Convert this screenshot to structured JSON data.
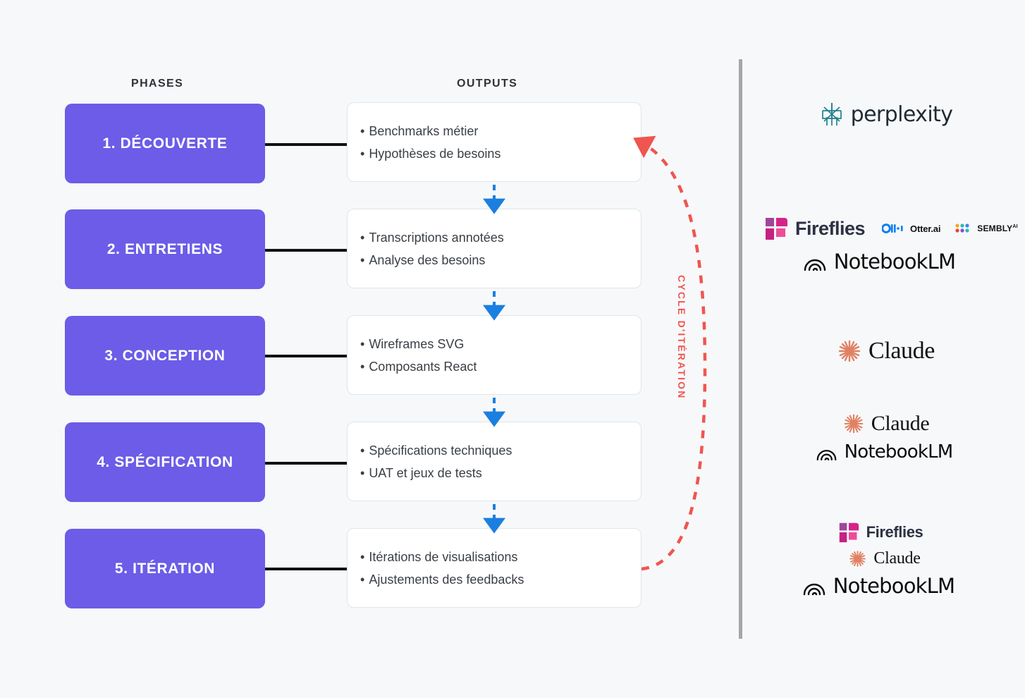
{
  "headers": {
    "phases": "PHASES",
    "outputs": "OUTPUTS"
  },
  "colors": {
    "background": "#F7F8FA",
    "phase_purple": "#6C5CE7",
    "card_white": "#FFFFFF",
    "card_border": "#DFE6E9",
    "connector_black": "#111111",
    "flow_arrow_blue": "#1B7FE0",
    "cycle_red": "#F0554F",
    "divider_gray": "#A6A6A9",
    "perplexity_teal": "#20808D",
    "fireflies_pink": "#D6238B",
    "claude_orange": "#E08163",
    "otter_blue": "#0B7FF5"
  },
  "phases": [
    {
      "label": "1. DÉCOUVERTE"
    },
    {
      "label": "2. ENTRETIENS"
    },
    {
      "label": "3. CONCEPTION"
    },
    {
      "label": "4. SPÉCIFICATION"
    },
    {
      "label": "5. ITÉRATION"
    }
  ],
  "outputs": [
    {
      "items": [
        "Benchmarks métier",
        "Hypothèses de besoins"
      ]
    },
    {
      "items": [
        "Transcriptions annotées",
        "Analyse des besoins"
      ]
    },
    {
      "items": [
        "Wireframes SVG",
        "Composants React"
      ]
    },
    {
      "items": [
        "Spécifications techniques",
        "UAT et jeux de tests"
      ]
    },
    {
      "items": [
        "Itérations de visualisations",
        "Ajustements des feedbacks"
      ]
    }
  ],
  "cycle": {
    "label": "CYCLE D'ITÉRATION"
  },
  "tools": [
    {
      "row_id": "tools-discovery",
      "lines": [
        {
          "logos": [
            {
              "icon": "perplexity-icon",
              "name": "perplexity"
            }
          ]
        }
      ]
    },
    {
      "row_id": "tools-interviews",
      "lines": [
        {
          "logos": [
            {
              "icon": "fireflies-icon",
              "name": "Fireflies"
            },
            {
              "icon": "otter-icon",
              "name": "Otter.ai"
            },
            {
              "icon": "sembly-icon",
              "name": "SEMBLY",
              "sup": "AI"
            }
          ]
        },
        {
          "logos": [
            {
              "icon": "notebooklm-icon",
              "name": "NotebookLM"
            }
          ]
        }
      ]
    },
    {
      "row_id": "tools-design",
      "lines": [
        {
          "logos": [
            {
              "icon": "claude-icon",
              "name": "Claude"
            }
          ]
        }
      ]
    },
    {
      "row_id": "tools-spec",
      "lines": [
        {
          "logos": [
            {
              "icon": "claude-icon",
              "name": "Claude"
            }
          ]
        },
        {
          "logos": [
            {
              "icon": "notebooklm-icon",
              "name": "NotebookLM"
            }
          ]
        }
      ]
    },
    {
      "row_id": "tools-iteration",
      "lines": [
        {
          "logos": [
            {
              "icon": "fireflies-icon",
              "name": "Fireflies"
            }
          ]
        },
        {
          "logos": [
            {
              "icon": "claude-icon",
              "name": "Claude"
            }
          ]
        },
        {
          "logos": [
            {
              "icon": "notebooklm-icon",
              "name": "NotebookLM"
            }
          ]
        }
      ]
    }
  ],
  "labels": {
    "perplexity": "perplexity",
    "fireflies": "Fireflies",
    "otter": "Otter.ai",
    "sembly": "SEMBLY",
    "sembly_sup": "AI",
    "notebooklm": "NotebookLM",
    "claude": "Claude"
  }
}
